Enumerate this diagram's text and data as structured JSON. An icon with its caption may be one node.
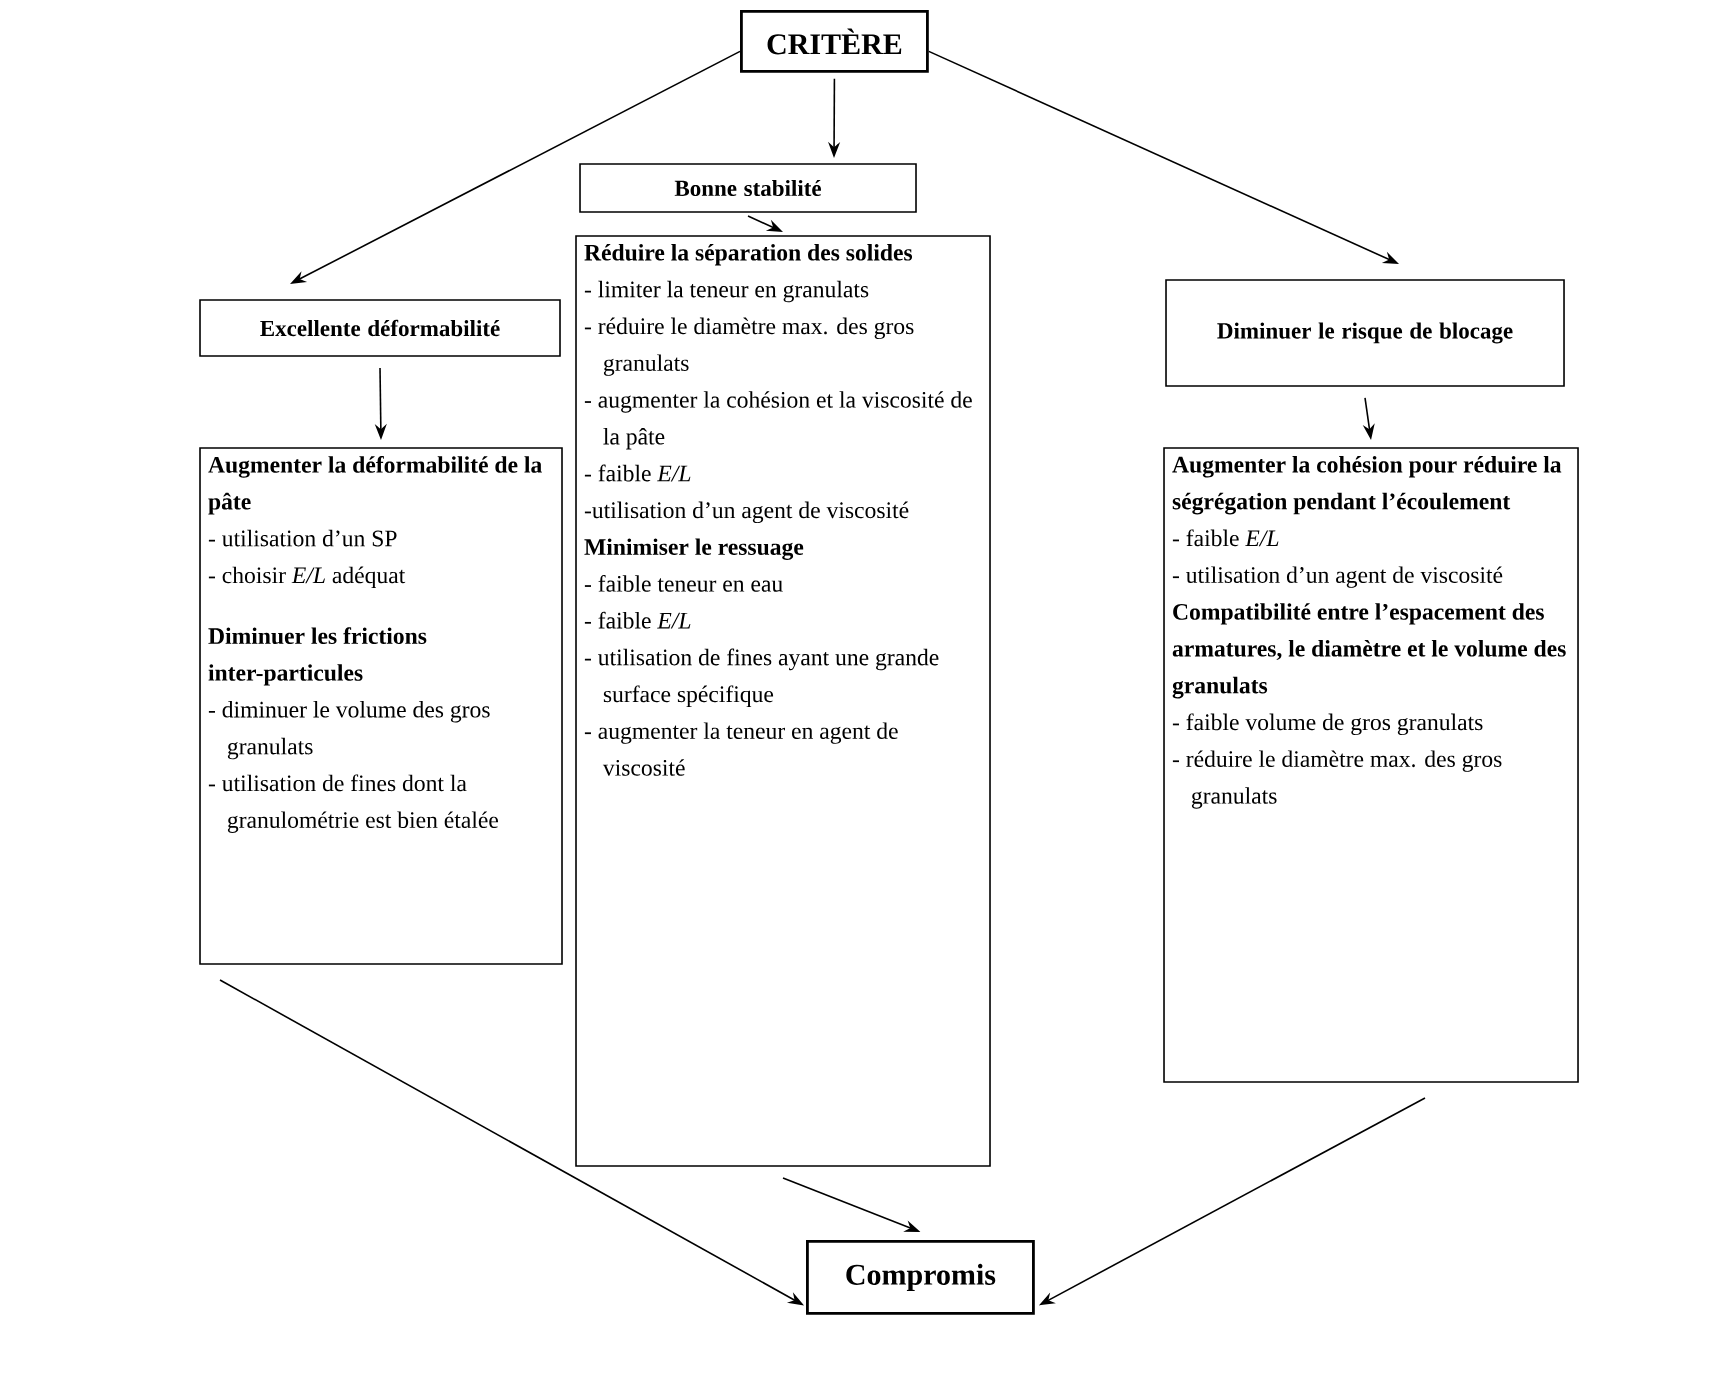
{
  "diagram": {
    "nodes": [
      {
        "text": [
          "CRITÈRE"
        ]
      },
      {
        "text": [
          "Excellente déformabilité"
        ]
      },
      {
        "text": [
          "Bonne stabilité"
        ]
      },
      {
        "text": [
          "Diminuer le risque de blocage"
        ]
      },
      {
        "text": [
          "Augmenter la déformabilité de la pâte",
          "- utilisation d’un SP",
          "- choisir *E/L* adéquat",
          "Diminuer les frictions inter-particules",
          "- diminuer le volume des gros granulats",
          "- utilisation de fines dont la granulométrie est bien étalée"
        ]
      },
      {
        "text": [
          "Réduire la séparation des solides",
          "- limiter la teneur en granulats",
          "- réduire le diamètre max. des gros granulats",
          "- augmenter la cohésion et la viscosité de la pâte",
          "- faible *E/L*",
          "-utilisation d’un agent de viscosité",
          "Minimiser le ressuage",
          "- faible teneur en eau",
          "- faible *E/L*",
          "- utilisation de fines ayant une grande surface spécifique",
          "- augmenter la teneur en agent de viscosité"
        ]
      },
      {
        "text": [
          "Augmenter la cohésion pour réduire la ségrégation pendant l’écoulement",
          "- faible *E/L*",
          "- utilisation d’un agent de viscosité",
          "Compatibilité entre l’espacement des armatures, le diamètre et le volume des granulats",
          "- faible volume de gros granulats",
          "- réduire le diamètre max. des gros granulats"
        ]
      },
      {
        "text": [
          "Compromis"
        ]
      }
    ],
    "edges": [
      {
        "from": 0,
        "to": 1,
        "arrow": "to"
      },
      {
        "from": 0,
        "to": 2,
        "arrow": "to"
      },
      {
        "from": 0,
        "to": 3,
        "arrow": "to"
      },
      {
        "from": 1,
        "to": 4,
        "arrow": "to"
      },
      {
        "from": 2,
        "to": 5,
        "arrow": "to"
      },
      {
        "from": 3,
        "to": 6,
        "arrow": "to"
      },
      {
        "from": 4,
        "to": 7,
        "arrow": "to"
      },
      {
        "from": 5,
        "to": 7,
        "arrow": "to"
      },
      {
        "from": 6,
        "to": 7,
        "arrow": "to"
      }
    ]
  }
}
